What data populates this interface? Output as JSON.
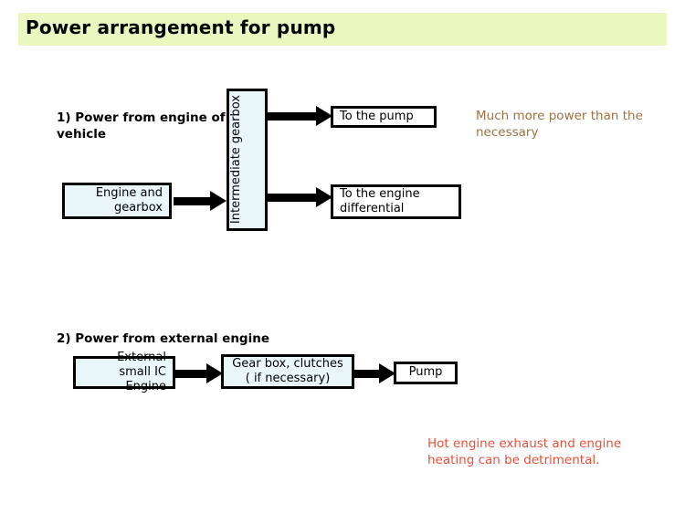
{
  "slide": {
    "title": "Power arrangement for pump",
    "banner_color": "#eaf8bf",
    "background": "#ffffff"
  },
  "section_one": {
    "heading": "1) Power from engine of vehicle",
    "boxes": {
      "engine_gearbox": "Engine and gearbox",
      "intermediate_gearbox": "Intermediate gearbox",
      "to_pump": "To the pump",
      "to_differential": "To the engine differential"
    },
    "note": "Much more power than the necessary",
    "note_color": "#9a7440",
    "box_fill": "#e9f7fb",
    "box_fill_plain": "#ffffff"
  },
  "section_two": {
    "heading": "2) Power from external engine",
    "boxes": {
      "external_engine": "External small IC Engine",
      "gearbox_clutches": "Gear box, clutches ( if necessary)",
      "pump": "Pump"
    },
    "note": "Hot engine exhaust and engine heating can be detrimental.",
    "note_color": "#e8503a"
  }
}
